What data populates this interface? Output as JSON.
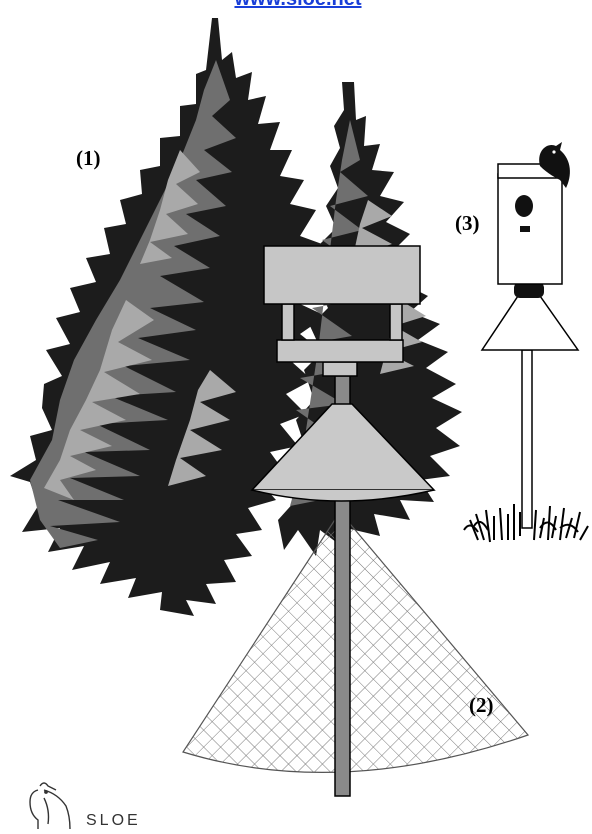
{
  "header": {
    "link_text": "www.sloe.net"
  },
  "callouts": {
    "trees": "(1)",
    "netting": "(2)",
    "birdhouse": "(3)"
  },
  "credit": {
    "text": "SLOE"
  },
  "colors": {
    "tree_dark": "#1c1c1c",
    "tree_mid": "#6f6f6f",
    "tree_light": "#a9a9a9",
    "feeder": "#c6c6c6",
    "baffle": "#c9c9c9",
    "pole": "#8a8a8a",
    "netting": "#7a7a7a",
    "link": "#1a3fd8"
  },
  "icons": [
    "evergreen-trees",
    "bird-feeder",
    "squirrel-baffle",
    "netting-cone",
    "birdhouse",
    "perched-bird",
    "grass-tuft",
    "bird-logo-icon"
  ]
}
